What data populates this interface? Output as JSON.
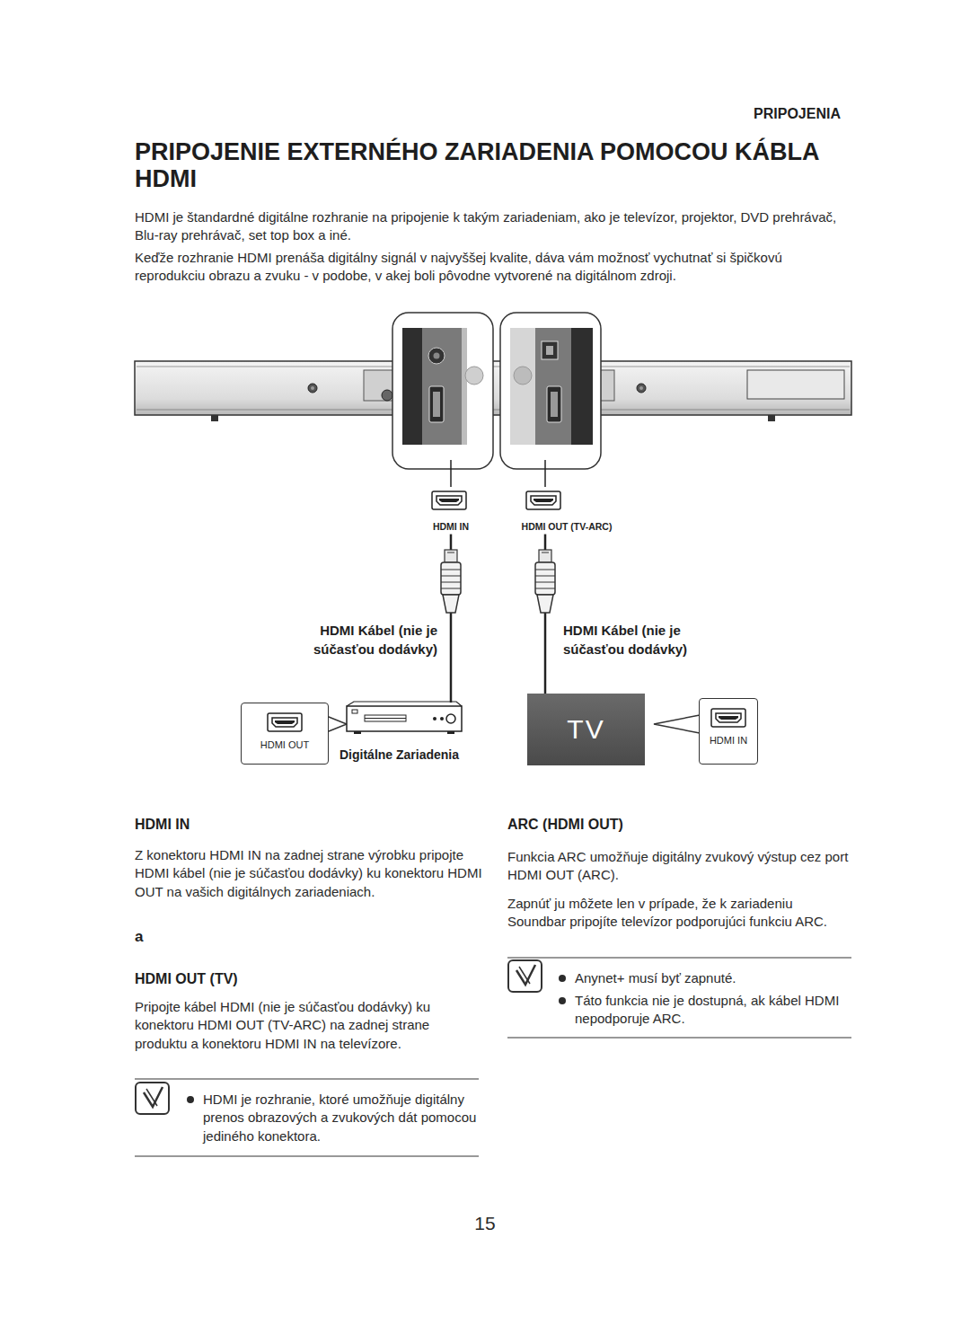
{
  "diagram": {
    "title": "PRIPOJENIE EXTERNÉHO ZARIADENIA POMOCOU KÁBLA HDMI",
    "nodes": [
      {
        "text": [
          "HDMI IN"
        ]
      },
      {
        "text": [
          "HDMI OUT (TV-ARC)"
        ]
      },
      {
        "text": [
          "HDMI OUT"
        ]
      },
      {
        "text": [
          "Digitálne Zariadenia"
        ]
      },
      {
        "text": [
          "TV"
        ]
      },
      {
        "text": [
          "HDMI IN"
        ]
      }
    ],
    "edges": [
      {
        "from": 0,
        "to": 3,
        "arrow": "none",
        "label": "HDMI Kábel (nie je súčasťou dodávky)"
      },
      {
        "from": 1,
        "to": 4,
        "arrow": "none",
        "label": "HDMI Kábel (nie je súčasťou dodávky)"
      }
    ],
    "labels": [
      "PRIPOJENIA",
      "HDMI je štandardné digitálne rozhranie na pripojenie k takým zariadeniam, ako je televízor, projektor, DVD prehrávač, Blu-ray prehrávač, set top box a iné.",
      "Keďže rozhranie HDMI prenáša digitálny signál v najvyššej kvalite, dáva vám možnosť vychutnať si špičkovú reprodukciu obrazu a zvuku - v podobe, v akej boli pôvodne vytvorené na digitálnom zdroji.",
      "HDMI IN",
      "Z konektoru HDMI IN na zadnej strane výrobku pripojte HDMI kábel (nie je súčasťou dodávky) ku konektoru HDMI OUT na vašich digitálnych zariadeniach.",
      "a",
      "HDMI OUT (TV)",
      "Pripojte kábel HDMI (nie je súčasťou dodávky) ku konektoru HDMI OUT (TV-ARC) na zadnej strane produktu a konektoru HDMI IN na televízore.",
      "HDMI je rozhranie, ktoré umožňuje digitálny prenos obrazových a zvukových dát pomocou jediného konektora.",
      "ARC (HDMI OUT)",
      "Funkcia ARC umožňuje digitálny zvukový výstup cez port HDMI OUT (ARC).",
      "Zapnúť ju môžete len v prípade, že k zariadeniu Soundbar pripojíte televízor podporujúci funkciu ARC.",
      "Anynet+ musí byť zapnuté.",
      "Táto funkcia nie je dostupná, ak kábel HDMI nepodporuje ARC.",
      "15"
    ]
  }
}
